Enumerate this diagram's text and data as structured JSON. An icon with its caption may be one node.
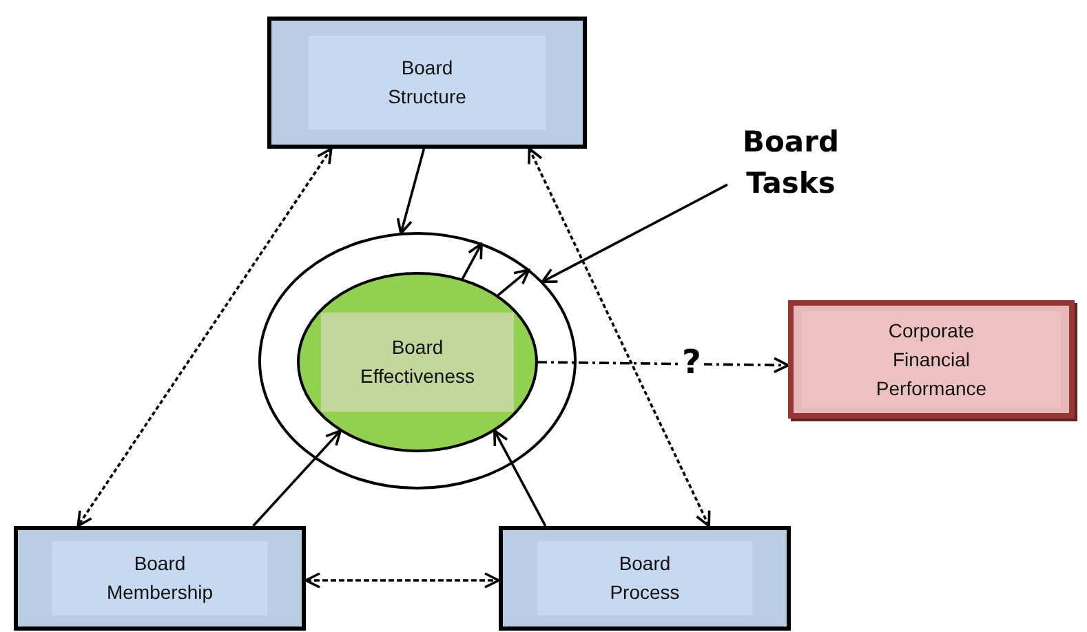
{
  "diagram": {
    "nodes": [
      {
        "text": [
          "Board Structure"
        ]
      },
      {
        "text": [
          "Board Tasks"
        ]
      },
      {
        "text": [],
        "shape": "circle"
      },
      {
        "text": [
          "Board Effectiveness"
        ],
        "in": 2
      },
      {
        "text": [
          "Corporate Financial Performance"
        ]
      },
      {
        "text": [
          "Board Membership"
        ]
      },
      {
        "text": [
          "Board Process"
        ]
      }
    ],
    "edges": [
      {
        "from": 0,
        "to": 2,
        "arrow": "to"
      },
      {
        "from": 1,
        "to": 2,
        "arrow": "to"
      },
      {
        "from": 3,
        "to": 2,
        "arrow": "to"
      },
      {
        "from": 3,
        "to": 2,
        "arrow": "to"
      },
      {
        "from": 3,
        "to": 4,
        "arrow": "to",
        "label": "?",
        "style": "dashed"
      },
      {
        "from": 0,
        "to": 5,
        "arrow": "both",
        "style": "dashed"
      },
      {
        "from": 0,
        "to": 6,
        "arrow": "both",
        "style": "dashed"
      },
      {
        "from": 5,
        "to": 6,
        "arrow": "both",
        "style": "dashed"
      },
      {
        "from": 5,
        "to": 3,
        "arrow": "to"
      },
      {
        "from": 6,
        "to": 3,
        "arrow": "to"
      }
    ]
  }
}
